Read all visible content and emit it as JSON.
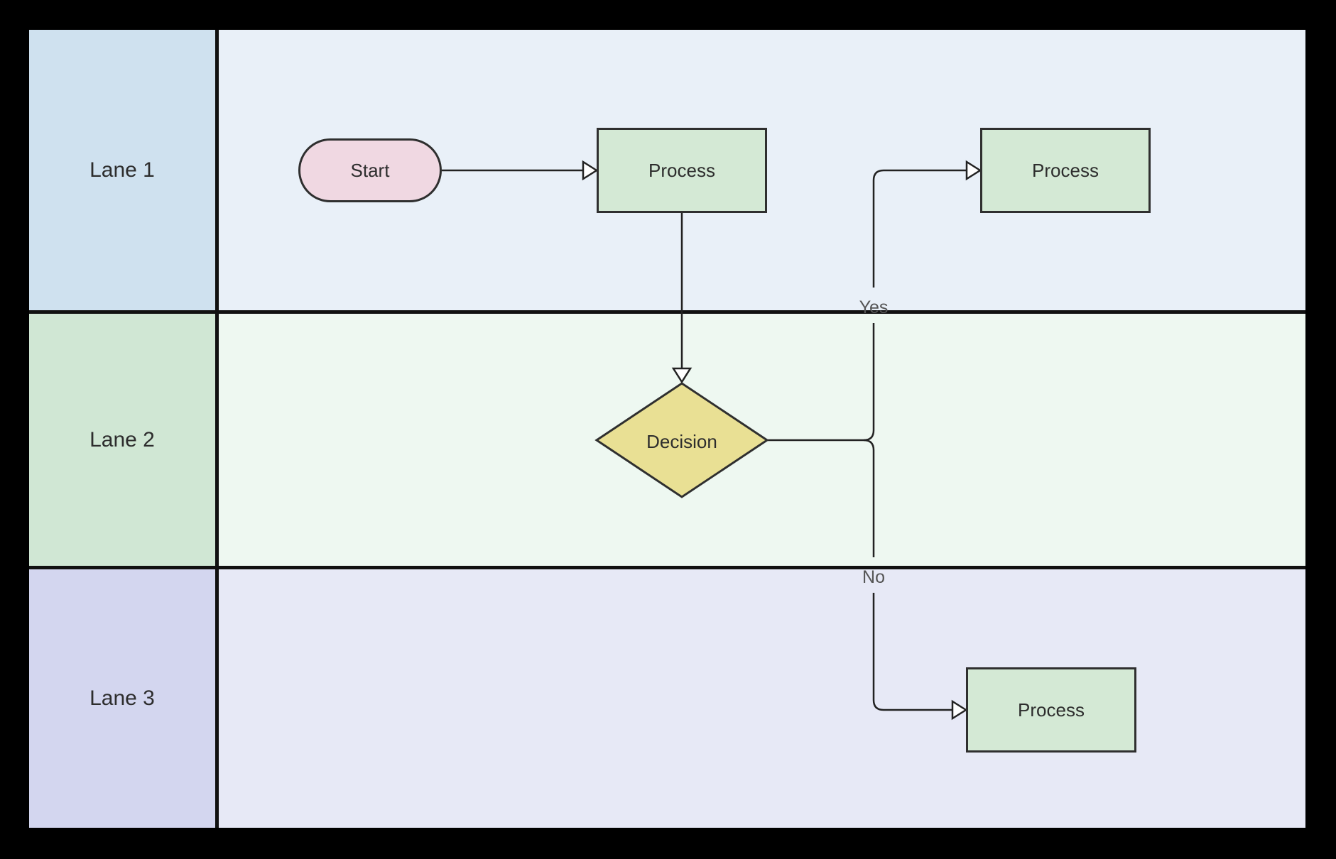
{
  "diagram": {
    "type": "swimlane-flowchart",
    "lanes": [
      {
        "id": "lane-1",
        "label": "Lane 1",
        "label_bg": "#cfe1ef",
        "body_bg": "#e9f0f8"
      },
      {
        "id": "lane-2",
        "label": "Lane 2",
        "label_bg": "#d0e7d4",
        "body_bg": "#eef8f1"
      },
      {
        "id": "lane-3",
        "label": "Lane 3",
        "label_bg": "#d3d6ef",
        "body_bg": "#e7e9f6"
      }
    ],
    "nodes": [
      {
        "id": "start",
        "label": "Start",
        "shape": "terminator",
        "lane": "Lane 1",
        "fill": "#f0d8e2"
      },
      {
        "id": "process-1",
        "label": "Process",
        "shape": "rectangle",
        "lane": "Lane 1",
        "fill": "#d4e9d5"
      },
      {
        "id": "process-2",
        "label": "Process",
        "shape": "rectangle",
        "lane": "Lane 1",
        "fill": "#d4e9d5"
      },
      {
        "id": "decision",
        "label": "Decision",
        "shape": "diamond",
        "lane": "Lane 2",
        "fill": "#e9e094"
      },
      {
        "id": "process-3",
        "label": "Process",
        "shape": "rectangle",
        "lane": "Lane 3",
        "fill": "#d4e9d5"
      }
    ],
    "edges": [
      {
        "from": "start",
        "to": "process-1",
        "label": ""
      },
      {
        "from": "process-1",
        "to": "decision",
        "label": ""
      },
      {
        "from": "decision",
        "to": "process-2",
        "label": "Yes"
      },
      {
        "from": "decision",
        "to": "process-3",
        "label": "No"
      }
    ],
    "colors": {
      "background": "#000000",
      "lane_divider": "#111111",
      "connector_line": "#222222",
      "node_border": "#2f2f2f",
      "node_text": "#2d2d2d",
      "edge_label_text": "#555555"
    }
  }
}
